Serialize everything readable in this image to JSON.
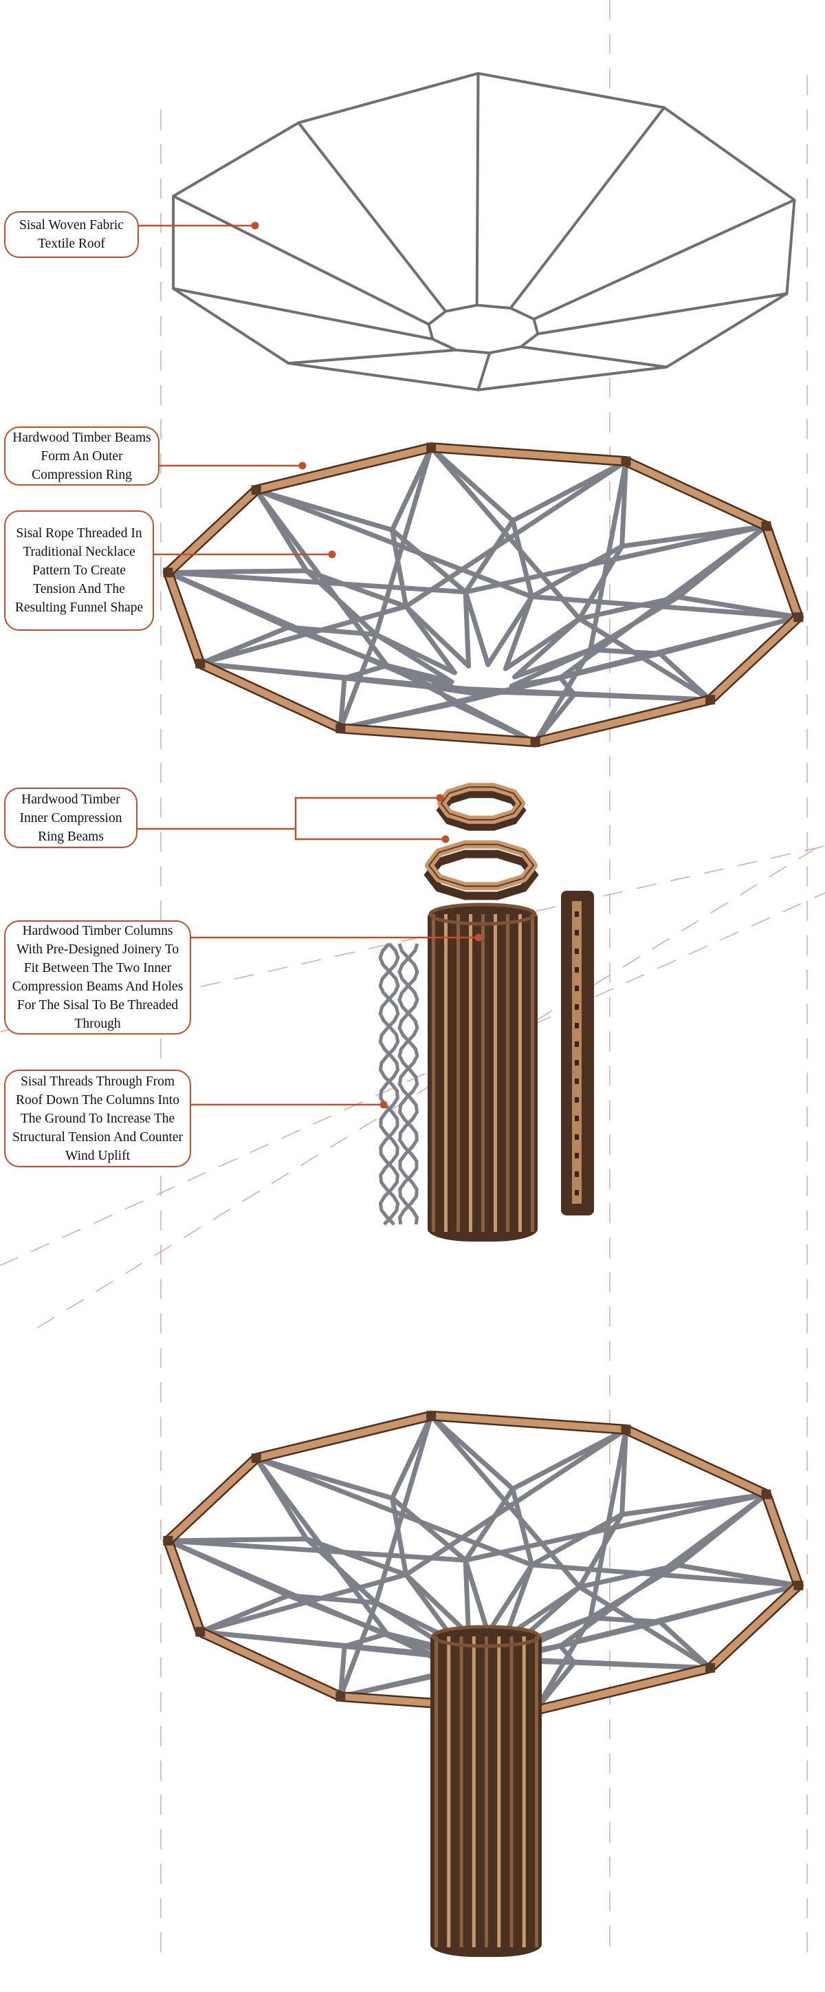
{
  "diagram": {
    "title": "Exploded axonometric of sisal funnel roof structure",
    "accent_color": "#c0502a",
    "timber_color": "#c9956a",
    "rope_color": "#7d8088",
    "labels": [
      {
        "id": "roof",
        "text": "Sisal Woven Fabric Textile Roof"
      },
      {
        "id": "outer-ring",
        "text": "Hardwood Timber Beams Form An Outer Compression Ring"
      },
      {
        "id": "rope",
        "text": "Sisal Rope Threaded In Traditional Necklace Pattern To Create Tension And The Resulting Funnel Shape"
      },
      {
        "id": "inner-rings",
        "text": "Hardwood Timber Inner Compression Ring Beams"
      },
      {
        "id": "columns",
        "text": "Hardwood Timber Columns With Pre-Designed Joinery To Fit Between The Two Inner Compression Beams And Holes For The Sisal To Be Threaded Through"
      },
      {
        "id": "threads",
        "text": "Sisal Threads Through From Roof Down The Columns Into The Ground To Increase The Structural Tension And Counter Wind Uplift"
      }
    ]
  }
}
